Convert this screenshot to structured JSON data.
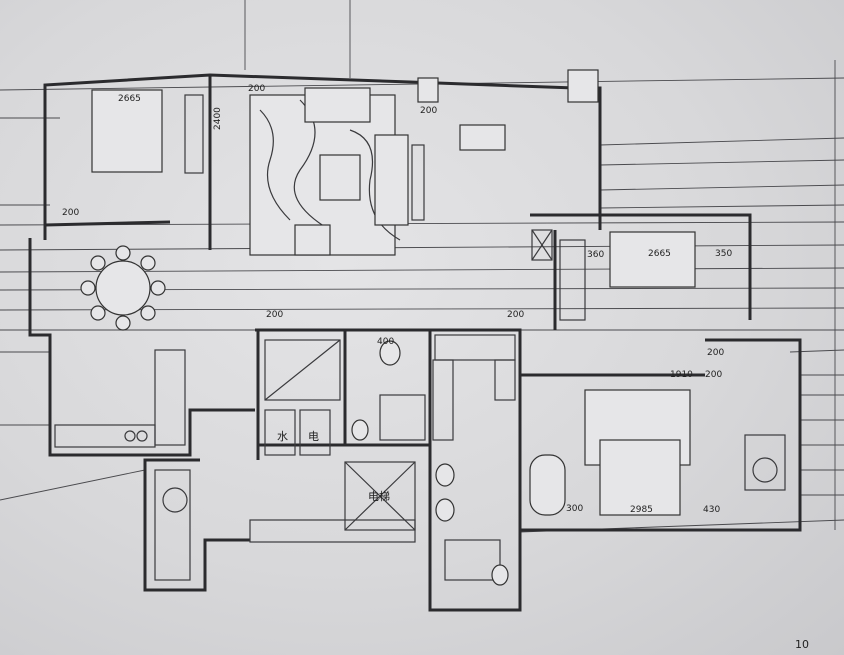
{
  "drawing": {
    "dimensions": {
      "bedroom1_bed": "2665",
      "wall_200_top_left": "200",
      "living_height": "2400",
      "wall_200_top_right": "200",
      "wall_200_left": "200",
      "bedroom2_wall": "360",
      "bedroom2_bed": "2665",
      "bedroom2_right": "350",
      "core_200": "200",
      "corridor_200": "200",
      "master_200a": "200",
      "master_200b": "200",
      "master_width": "1910",
      "bath_400": "400",
      "master_left": "300",
      "master_bed": "2985",
      "master_right": "430"
    },
    "rooms": {
      "water": "水",
      "electric": "电",
      "elevator": "电梯"
    },
    "page_number": "10"
  }
}
